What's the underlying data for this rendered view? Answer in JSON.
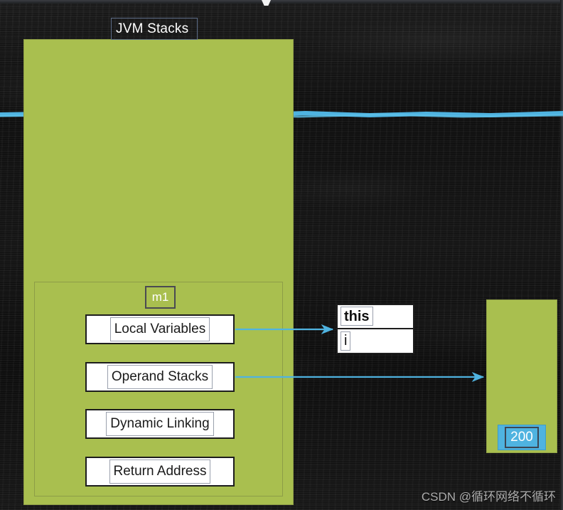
{
  "diagram": {
    "title": "JVM Stacks",
    "background_color": "#151515",
    "panel_color": "#a9bf4f",
    "accent_color": "#4fb3e0"
  },
  "jvm_stacks_panel": {
    "label": "JVM Stacks",
    "frame": {
      "label": "m1",
      "rows": [
        {
          "label": "Local Variables"
        },
        {
          "label": "Operand Stacks"
        },
        {
          "label": "Dynamic Linking"
        },
        {
          "label": "Return Address"
        }
      ]
    }
  },
  "local_variable_table": {
    "rows": [
      {
        "name": "this"
      },
      {
        "name": "i"
      }
    ]
  },
  "heap": {
    "value_label": "200"
  },
  "arrows": [
    {
      "from": "Local Variables",
      "to": "this",
      "color": "#4fb3e0"
    },
    {
      "from": "Operand Stacks",
      "to": "heap",
      "color": "#4fb3e0"
    }
  ],
  "watermark": {
    "text": "CSDN @循环网络不循环"
  }
}
